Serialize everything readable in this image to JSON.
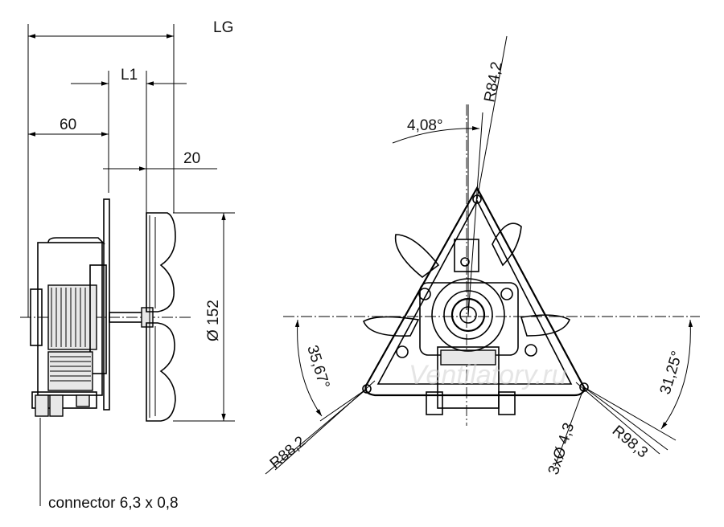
{
  "side_view": {
    "labels": {
      "lg": "LG",
      "l1": "L1",
      "d60": "60",
      "d20": "20",
      "dia152": "Ø 152",
      "connector": "connector 6,3 x 0,8"
    }
  },
  "front_view": {
    "labels": {
      "r842": "R84,2",
      "a408": "4,08°",
      "a3567": "35,67°",
      "a3125": "31,25°",
      "r882": "R88,2",
      "r983": "R98,3",
      "holes": "3xØ 4,3"
    }
  },
  "watermark": "Ventilatory.ru"
}
